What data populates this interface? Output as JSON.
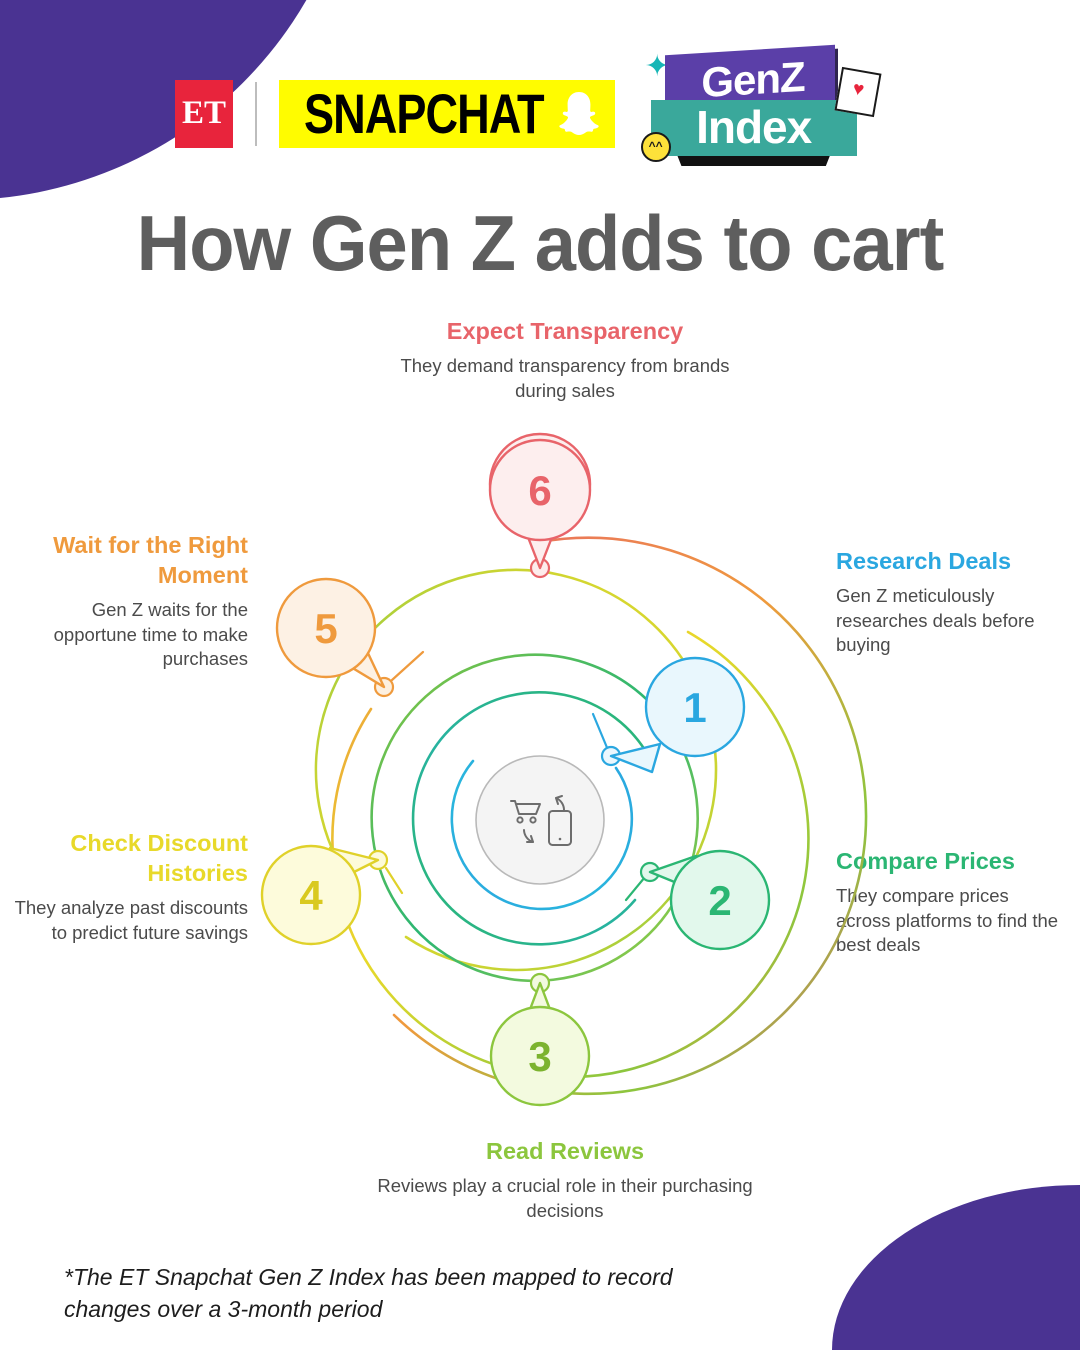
{
  "brand": {
    "et_logo": "ET",
    "snapchat_wordmark": "SNAPCHAT",
    "ghost_icon": "snapchat-ghost-icon",
    "genz_line1": "GenZ",
    "genz_line2": "Index",
    "sparkle_icon": "sparkle-icon",
    "smiley_icon": "smiley-icon",
    "heart_icon": "pixel-heart-icon",
    "accent_purple": "#4a3392",
    "snapchat_yellow": "#fffc00",
    "et_red": "#e8243c",
    "genz_purple": "#5b3fa8",
    "index_teal": "#3aa89b"
  },
  "header": {
    "title": "How Gen Z adds to cart"
  },
  "center": {
    "icon": "shopping-cart-mobile-exchange-icon"
  },
  "chart_data": {
    "type": "diagram",
    "title": "How Gen Z adds to cart",
    "layout": "concentric-arc-radial",
    "steps": [
      {
        "number": "1",
        "heading": "Research Deals",
        "description": "Gen Z meticulously researches deals before buying",
        "color": "#2aa7e0",
        "fill": "#e8f6fd",
        "position": "right-upper",
        "arc_radius": 128,
        "node_angle_deg": -35
      },
      {
        "number": "2",
        "heading": "Compare Prices",
        "description": "They compare prices across platforms to find the best deals",
        "color": "#2bb673",
        "fill": "#dff7ea",
        "position": "right-lower",
        "arc_radius": 174,
        "node_angle_deg": 12
      },
      {
        "number": "3",
        "heading": "Read Reviews",
        "description": "Reviews play a crucial role in their purchasing decisions",
        "color": "#8cc63e",
        "fill": "#f0f9dc",
        "position": "bottom",
        "arc_radius": 222,
        "node_angle_deg": 90
      },
      {
        "number": "4",
        "heading": "Check Discount Histories",
        "description": "They analyze past discounts to predict future savings",
        "color": "#e8d92a",
        "fill": "#fdfbd6",
        "position": "left-lower",
        "arc_radius": 222,
        "node_angle_deg": 178
      },
      {
        "number": "5",
        "heading": "Wait for the Right Moment",
        "description": "Gen Z waits for the opportune time to make purchases",
        "color": "#ef9a3d",
        "fill": "#fdeedc",
        "position": "left-upper",
        "arc_radius": 268,
        "node_angle_deg": 215
      },
      {
        "number": "6",
        "heading": "Expect Transparency",
        "description": "They demand transparency from brands during sales",
        "color": "#e8646a",
        "fill": "#fdeaea",
        "position": "top",
        "arc_radius": 278,
        "node_angle_deg": 270
      }
    ]
  },
  "footer": {
    "note": "*The ET Snapchat Gen Z Index has been mapped to record changes over a 3-month period"
  }
}
